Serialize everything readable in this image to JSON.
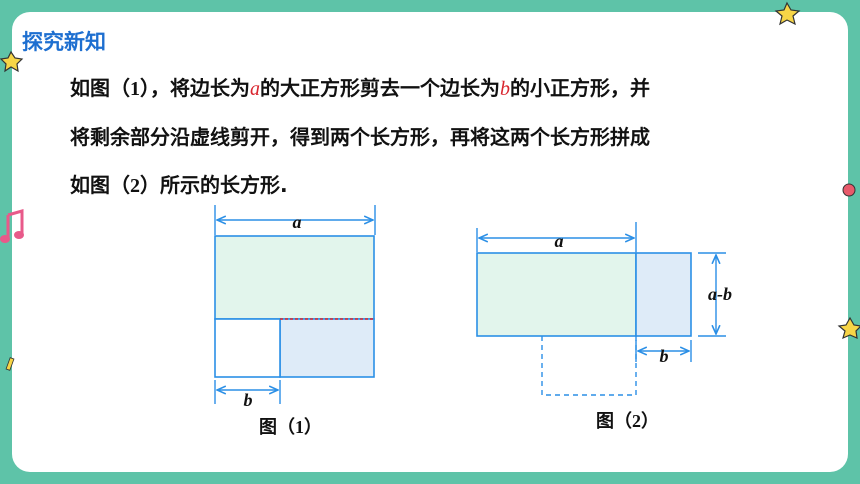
{
  "section_title": "探究新知",
  "paragraph": {
    "line1_a": "如图（",
    "line1_n1": "1",
    "line1_b": "），将边长为",
    "var_a": "a",
    "line1_c": "的大正方形剪去一个边长为",
    "var_b": "b",
    "line1_d": "的小正方形，并",
    "line2": "将剩余部分沿虚线剪开，得到两个长方形，再将这两个长方形拼成",
    "line3_a": "如图（",
    "line3_n2": "2",
    "line3_b": "）所示的长方形."
  },
  "figure1": {
    "caption_prefix": "图（",
    "caption_num": "1",
    "caption_suffix": "）",
    "label_top": "a",
    "label_bottom": "b"
  },
  "figure2": {
    "caption_prefix": "图（",
    "caption_num": "2",
    "caption_suffix": "）",
    "label_top": "a",
    "label_right": "a-b",
    "label_bottom": "b"
  },
  "colors": {
    "background": "#5ec3a8",
    "title": "#1e6fd0",
    "variable": "#d9262f",
    "outline": "#2b8fe6"
  }
}
